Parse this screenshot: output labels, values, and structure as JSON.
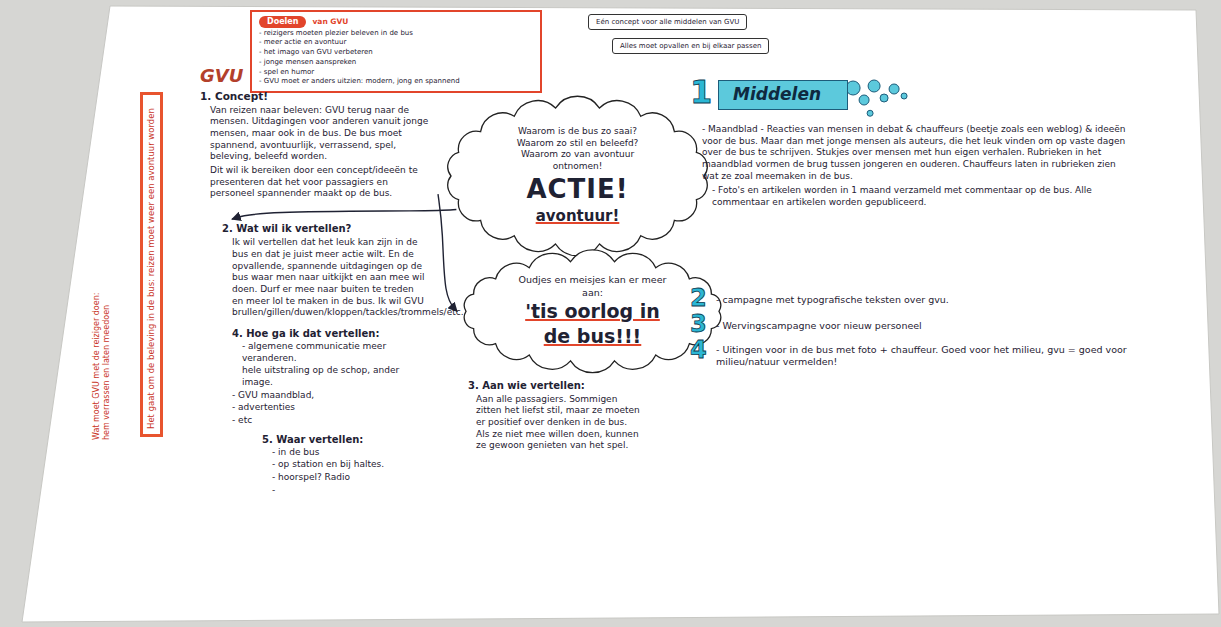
{
  "diagram": {
    "nodes": [
      {
        "text": [
          "van GVU",
          "- reizigers moeten plezier beleven in de bus",
          "- meer actie en avontuur",
          "- het imago van GVU verbeteren",
          "- jonge mensen aanspreken",
          "- spel en humor",
          "- GVU moet er anders uitzien: modern, jong en spannend"
        ]
      },
      {
        "text": [
          "Doelen"
        ],
        "in": 0
      },
      {
        "text": [
          "Eén concept voor alle middelen van GVU"
        ]
      },
      {
        "text": [
          "Alles moet opvallen en bij elkaar passen"
        ]
      },
      {
        "text": [
          "Het gaat om de beleving in de bus: reizen moet weer een avontuur worden"
        ]
      },
      {
        "text": [
          "Waarom is de bus zo saai? Waarom zo stil en beleefd? Waarom zo van avontuur ontnomen!",
          "ACTIE!",
          "avontuur!"
        ]
      },
      {
        "text": [
          "Oudjes en meisjes kan er meer aan:",
          "'tis oorlog in de bus!!!"
        ]
      },
      {
        "text": [
          "Middelen"
        ]
      }
    ],
    "labels": [
      "GVU",
      "1. Concept!",
      "Van reizen naar beleven: GVU terug naar de mensen. Uitdagingen voor anderen vanuit jonge mensen, maar ook in de bus. De bus moet spannend, avontuurlijk, verrassend, spel, beleving, beleefd worden.",
      "Dit wil ik bereiken door een concept/ideeën te presenteren dat het voor passagiers en personeel spannender maakt op de bus.",
      "2. Wat wil ik vertellen?",
      "Ik wil vertellen dat het leuk kan zijn in de bus en dat je juist meer actie wilt. En de opvallende, spannende uitdagingen op de bus waar men naar uitkijkt en aan mee wil doen. Durf er mee naar buiten te treden en meer lol te maken in de bus. Ik wil GVU brullen/gillen/duwen/kloppen/tackles/trommels/etc.",
      "3. Aan wie vertellen:",
      "Aan alle passagiers. Sommigen zitten het liefst stil, maar ze moeten er positief over denken in de bus. Als ze niet mee willen doen, kunnen ze gewoon genieten van het spel.",
      "4. Hoe ga ik dat vertellen:",
      "- algemene communicatie meer veranderen.",
      "hele uitstraling op de schop, ander image.",
      "- GVU maandblad,",
      "- advertenties",
      "- etc",
      "5. Waar vertellen:",
      "- in de bus",
      "- op station en bij haltes.",
      "- hoorspel? Radio",
      "-",
      "1",
      "- Maandblad - Reacties van mensen in debat & chauffeurs (beetje zoals een weblog) & ideeën voor de bus. Maar dan met jonge mensen als auteurs, die het leuk vinden om op vaste dagen over de bus te schrijven. Stukjes over mensen met hun eigen verhalen. Rubrieken in het maandblad vormen de brug tussen jongeren en ouderen. Chauffeurs laten in rubrieken zien wat ze zoal meemaken in de bus.",
      "- Foto's en artikelen worden in 1 maand verzameld met commentaar op de bus. Alle commentaar en artikelen worden gepubliceerd.",
      "2",
      "- campagne met typografische teksten over gvu.",
      "3",
      "- Wervingscampagne voor nieuw personeel",
      "4",
      "- Uitingen voor in de bus met foto + chauffeur. Goed voor het milieu, gvu = goed voor milieu/natuur vermelden!",
      "Wat moet GVU met de reiziger doen: hem verrassen en laten meedoen"
    ]
  }
}
